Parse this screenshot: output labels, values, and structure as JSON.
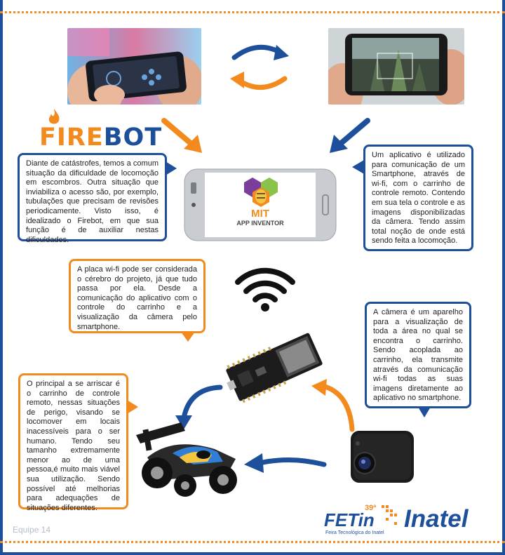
{
  "colors": {
    "brand_blue": "#1e4f9a",
    "brand_orange": "#f28a1e",
    "dotted_border": "#f28a1e"
  },
  "logo": {
    "fire": "FIRE",
    "bot": "BOT"
  },
  "phone_app": {
    "mit": "MIT",
    "app_inventor": "APP INVENTOR"
  },
  "bubbles": {
    "intro": "Diante de catástrofes, temos a comum situação da dificuldade de locomoção em escombros. Outra situação que inviabiliza o acesso são, por exemplo, tubulações que precisam de revisões periodicamente. Visto isso, é idealizado o Firebot, em que sua função é de auxiliar nestas dificuldades.",
    "app": "Um aplicativo é utilizado para comunicação de um Smartphone, através de wi-fi, com o carrinho de controle remoto. Contendo em sua tela o controle e as imagens disponibilizadas da câmera. Tendo assim total noção de onde está sendo feita a locomoção.",
    "wifi_board": "A placa wi-fi pode ser considerada o cérebro do projeto, já que tudo passa por ela. Desde a comunicação do aplicativo com o controle do carrinho e a visualização da câmera pelo smartphone.",
    "camera": "A câmera é um aparelho para a visualização de toda a área no qual se encontra o carrinho. Sendo acoplada ao carrinho, ela transmite através da comunicação wi-fi todas as suas imagens diretamente ao aplicativo no smartphone.",
    "car": "O principal a se arriscar é o carrinho de controle remoto, nessas situações de perigo, visando se locomover em locais inacessíveis para o ser humano. Tendo seu tamanho extremamente menor ao de uma pessoa,é muito mais viável sua utilização. Sendo possível até melhorias para adequações de situações diferentes."
  },
  "footer": {
    "equipe": "Equipe 14",
    "fetin_edition": "39ª",
    "fetin_name": "FETin",
    "fetin_subtitle": "Feira Tecnológica do Inatel",
    "inatel": "Inatel"
  },
  "icons": [
    "flame-icon",
    "wifi-icon",
    "swap-arrows-icon",
    "arrow-icon"
  ]
}
